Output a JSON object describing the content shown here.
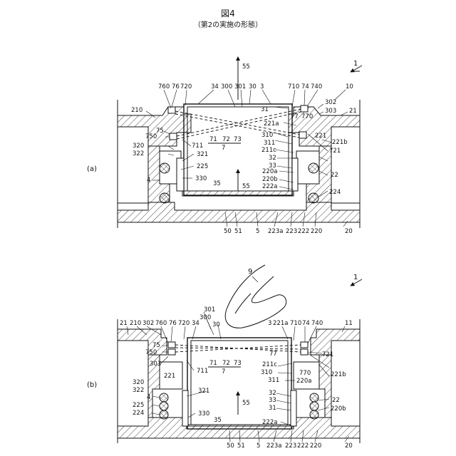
{
  "header": {
    "title": "図4",
    "subtitle": "（第2の実施の形態）"
  },
  "panel_a": {
    "tag": "(a)",
    "ref_arrow": "1",
    "labels": {
      "l55top": "55",
      "l760": "760",
      "l76": "76",
      "l720": "720",
      "l34": "34",
      "l300": "300",
      "l301": "301",
      "l30": "30",
      "l3": "3",
      "l710": "710",
      "l74": "74",
      "l740": "740",
      "l10": "10",
      "l302": "302",
      "l303": "303",
      "l21": "21",
      "l210": "210",
      "l31": "31",
      "l77": "77",
      "l770": "770",
      "l221a": "221a",
      "l221": "221",
      "l75": "75",
      "l750": "750",
      "l710b": "71",
      "l72": "72",
      "l73": "73",
      "l7": "7",
      "l310": "310",
      "l721": "721",
      "l311": "311",
      "l221b": "221b",
      "l320": "320",
      "l711": "711",
      "l211c": "211c",
      "l322": "322",
      "l321": "321",
      "l32": "32",
      "l225": "225",
      "l33": "33",
      "l22": "22",
      "l220a": "220a",
      "l4": "4",
      "l330": "330",
      "l220b": "220b",
      "l35": "35",
      "l55mid": "55",
      "l222a": "222a",
      "l224": "224",
      "l50": "50",
      "l51": "51",
      "l5": "5",
      "l223a": "223a",
      "l223": "223",
      "l222": "222",
      "l220": "220",
      "l20": "20"
    }
  },
  "panel_b": {
    "tag": "(b)",
    "ref_arrow": "1",
    "labels": {
      "l9": "9",
      "l301": "301",
      "l300": "300",
      "l30": "30",
      "l21": "21",
      "l210": "210",
      "l302": "302",
      "l760": "760",
      "l76": "76",
      "l720": "720",
      "l34": "34",
      "l3": "3",
      "l221a": "221a",
      "l710": "710",
      "l74": "74",
      "l740": "740",
      "l11": "11",
      "l75": "75",
      "l750": "750",
      "l77": "77",
      "l721": "721",
      "l303": "303",
      "l71": "71",
      "l72": "72",
      "l73": "73",
      "l211c": "211c",
      "l221b": "221b",
      "l7": "7",
      "l711": "711",
      "l310": "310",
      "l221": "221",
      "l770": "770",
      "l311": "311",
      "l220a": "220a",
      "l320": "320",
      "l322": "322",
      "l321": "321",
      "l32": "32",
      "l4": "4",
      "l55": "55",
      "l33": "33",
      "l22": "22",
      "l225": "225",
      "l31": "31",
      "l220b": "220b",
      "l224": "224",
      "l330": "330",
      "l35": "35",
      "l222a": "222a",
      "l50": "50",
      "l51": "51",
      "l5": "5",
      "l223a": "223a",
      "l223": "223",
      "l222": "222",
      "l220": "220",
      "l20": "20"
    }
  }
}
